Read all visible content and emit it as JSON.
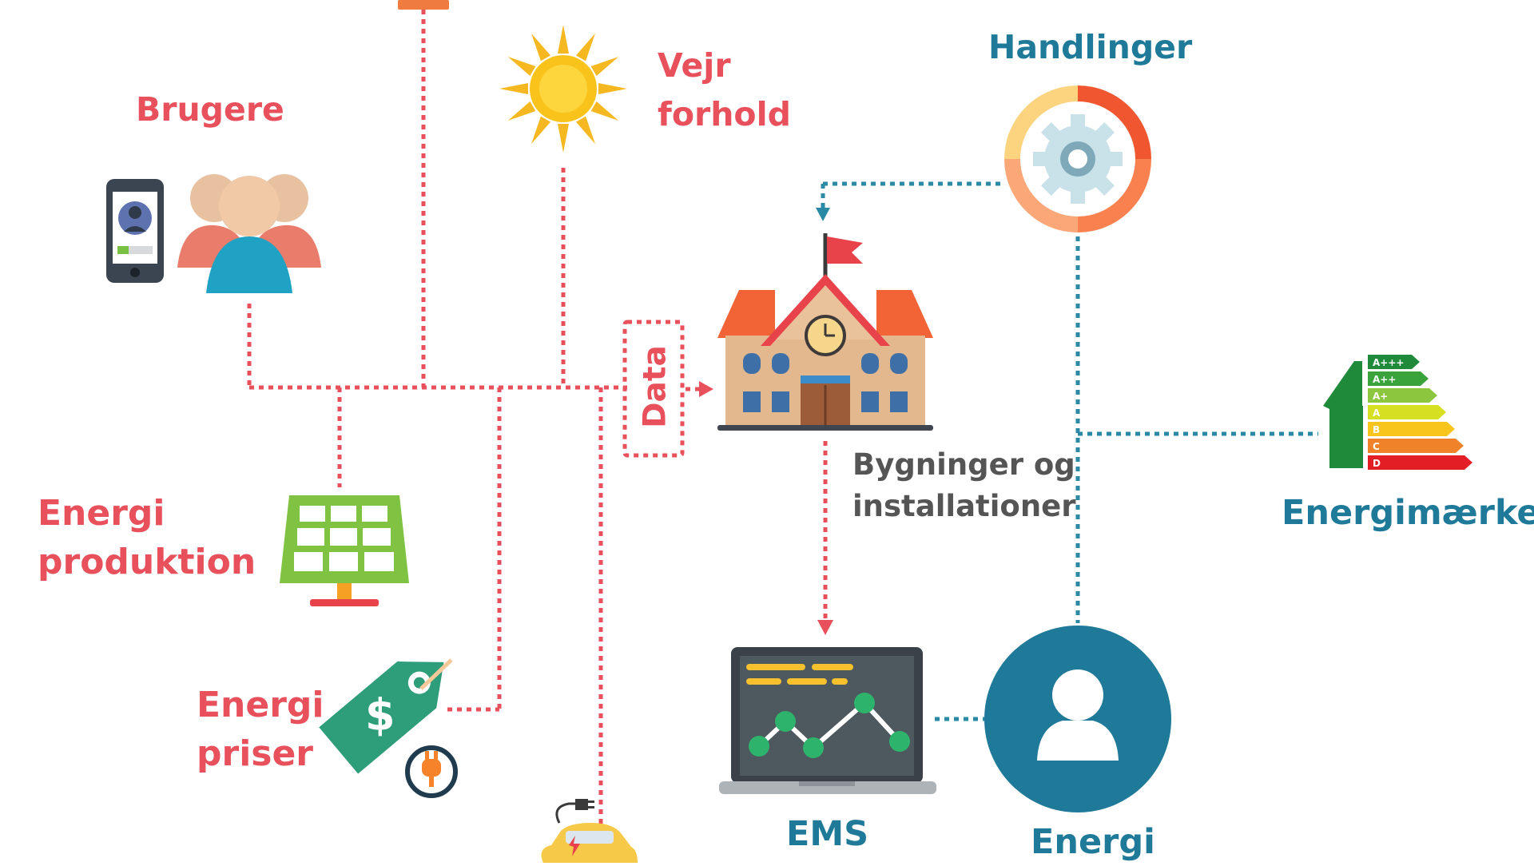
{
  "labels": {
    "brugere": "Brugere",
    "vejr_line1": "Vejr",
    "vejr_line2": "forhold",
    "handlinger": "Handlinger",
    "data": "Data",
    "bygninger_line1": "Bygninger og",
    "bygninger_line2": "installationer",
    "energi_produktion_line1": "Energi",
    "energi_produktion_line2": "produktion",
    "energi_priser_line1": "Energi",
    "energi_priser_line2": "priser",
    "energimaerker": "Energimærker",
    "ems": "EMS",
    "energi_bottom": "Energi"
  },
  "energy_ratings": [
    "A+++",
    "A++",
    "A+",
    "A",
    "B",
    "C",
    "D"
  ],
  "icons": [
    "phone-icon",
    "users-icon",
    "sun-icon",
    "gear-ring-icon",
    "school-building-icon",
    "energy-label-icon",
    "solar-panel-icon",
    "price-tag-icon",
    "plug-icon",
    "laptop-chart-icon",
    "person-icon",
    "electric-car-icon"
  ],
  "colors": {
    "red_text": "#e8505b",
    "teal_text": "#1f7a99",
    "gray_text": "#555555",
    "red_dotted_line": "#e8505b",
    "teal_dotted_line": "#2a8aa6"
  }
}
